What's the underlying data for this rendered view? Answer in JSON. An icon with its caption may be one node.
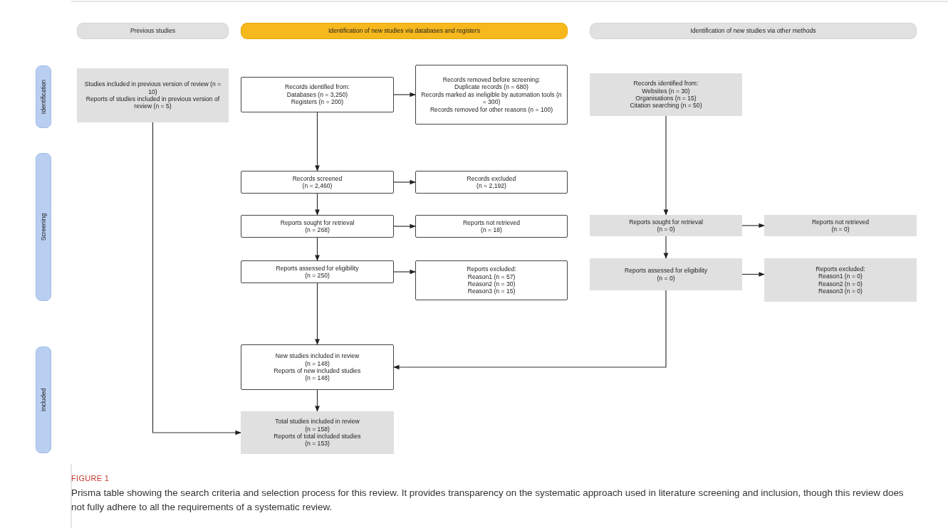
{
  "diagram": {
    "caption": "Prisma table showing the search criteria and selection process for this review. It provides transparency on the systematic approach used in literature screening and inclusion, though this review does not fully adhere to all the requirements of a systematic review.",
    "nodes": [
      {
        "text": [
          "Previous studies"
        ]
      },
      {
        "text": [
          "Identification of new studies via databases and registers"
        ]
      },
      {
        "text": [
          "Identification of new studies via other methods"
        ]
      },
      {
        "text": [
          "Identification"
        ]
      },
      {
        "text": [
          "Screening"
        ]
      },
      {
        "text": [
          "Included"
        ]
      },
      {
        "text": [
          "Studies included in previous version of review (n = 10)",
          "Reports of studies included in previous version of review (n = 5)"
        ]
      },
      {
        "text": [
          "Records identified from:",
          "Databases (n = 3,250)",
          "Registers (n = 200)"
        ]
      },
      {
        "text": [
          "Records removed before screening:",
          "Duplicate records (n = 680)",
          "Records marked as ineligible by automation tools (n = 300)",
          "Records removed for other reasons (n = 100)"
        ]
      },
      {
        "text": [
          "Records identified from:",
          "Websites (n = 30)",
          "Organisations (n = 15)",
          "Citation searching (n = 50)"
        ]
      },
      {
        "text": [
          "Records screened",
          "(n = 2,460)"
        ]
      },
      {
        "text": [
          "Records excluded",
          "(n = 2,192)"
        ]
      },
      {
        "text": [
          "Reports sought for retrieval",
          "(n = 268)"
        ]
      },
      {
        "text": [
          "Reports not retrieved",
          "(n = 18)"
        ]
      },
      {
        "text": [
          "Reports sought for retrieval",
          "(n = 0)"
        ]
      },
      {
        "text": [
          "Reports not retrieved",
          "(n = 0)"
        ]
      },
      {
        "text": [
          "Reports assessed for eligibility",
          "(n = 250)"
        ]
      },
      {
        "text": [
          "Reports excluded:",
          "Reason1 (n = 57)",
          "Reason2 (n = 30)",
          "Reason3 (n = 15)"
        ]
      },
      {
        "text": [
          "Reports assessed for eligibility",
          "(n = 0)"
        ]
      },
      {
        "text": [
          "Reports excluded:",
          "Reason1 (n = 0)",
          "Reason2 (n = 0)",
          "Reason3 (n = 0)"
        ]
      },
      {
        "text": [
          "New studies included in review",
          "(n = 148)",
          "Reports of new included studies",
          "(n = 148)"
        ]
      },
      {
        "text": [
          "Total studies included in review",
          "(n = 158)",
          "Reports of total included studies",
          "(n = 153)"
        ]
      }
    ],
    "edges": [
      {
        "from": 7,
        "to": 8,
        "arrow": "to"
      },
      {
        "from": 7,
        "to": 10,
        "arrow": "to"
      },
      {
        "from": 9,
        "to": 14,
        "arrow": "to"
      },
      {
        "from": 10,
        "to": 11,
        "arrow": "to"
      },
      {
        "from": 10,
        "to": 12,
        "arrow": "to"
      },
      {
        "from": 12,
        "to": 13,
        "arrow": "to"
      },
      {
        "from": 12,
        "to": 16,
        "arrow": "to"
      },
      {
        "from": 14,
        "to": 15,
        "arrow": "to"
      },
      {
        "from": 14,
        "to": 18,
        "arrow": "to"
      },
      {
        "from": 16,
        "to": 17,
        "arrow": "to"
      },
      {
        "from": 16,
        "to": 20,
        "arrow": "to"
      },
      {
        "from": 18,
        "to": 19,
        "arrow": "to"
      },
      {
        "from": 18,
        "to": 20,
        "arrow": "to"
      },
      {
        "from": 6,
        "to": 21,
        "arrow": "to"
      },
      {
        "from": 20,
        "to": 21,
        "arrow": "to"
      }
    ],
    "labels": [
      "FIGURE 1"
    ]
  }
}
